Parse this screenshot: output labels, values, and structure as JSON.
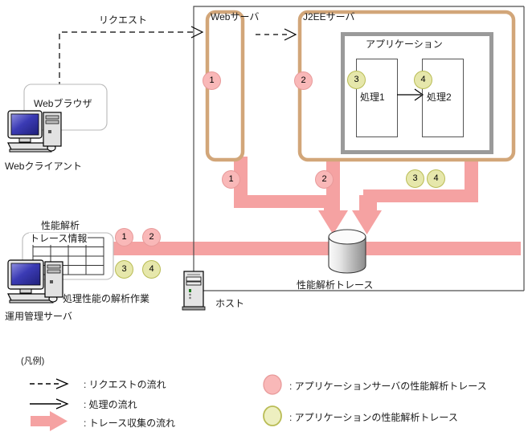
{
  "diagram": {
    "title_labels": {
      "request_flow": "リクエスト",
      "web_server": "Webサーバ",
      "j2ee_server": "J2EEサーバ",
      "application": "アプリケーション",
      "process1": "処理1",
      "process2": "処理2",
      "web_browser": "Webブラウザ",
      "web_client": "Webクライアント",
      "trace_db": "性能解析トレース",
      "host": "ホスト",
      "trace_info_line1": "性能解析",
      "trace_info_line2": "トレース情報",
      "analysis_work": "処理性能の解析作業",
      "ops_server": "運用管理サーバ"
    },
    "markers": {
      "web_server_pink": "1",
      "j2ee_server_pink": "2",
      "process1_olive": "3",
      "process2_olive": "4",
      "trace_out_1": "1",
      "trace_out_2": "2",
      "trace_out_3": "3",
      "trace_out_4": "4",
      "result_1": "1",
      "result_2": "2",
      "result_3": "3",
      "result_4": "4"
    }
  },
  "legend": {
    "heading": "(凡例)",
    "items": [
      {
        "icon": "dashed-arrow-icon",
        "text": ": リクエストの流れ"
      },
      {
        "icon": "solid-arrow-icon",
        "text": ": 処理の流れ"
      },
      {
        "icon": "thick-pink-arrow-icon",
        "text": ": トレース収集の流れ"
      },
      {
        "icon": "pink-circle-icon",
        "text": ": アプリケーションサーバの性能解析トレース"
      },
      {
        "icon": "olive-circle-icon",
        "text": ": アプリケーションの性能解析トレース"
      }
    ]
  },
  "colors": {
    "pink_arrow": "#F5A2A2",
    "pink_circle": "#F9B8B8",
    "olive_circle": "#E6E7AB",
    "server_border": "#D2A679",
    "app_border": "#9A9A9A",
    "frame_border": "#4d4d4d"
  }
}
